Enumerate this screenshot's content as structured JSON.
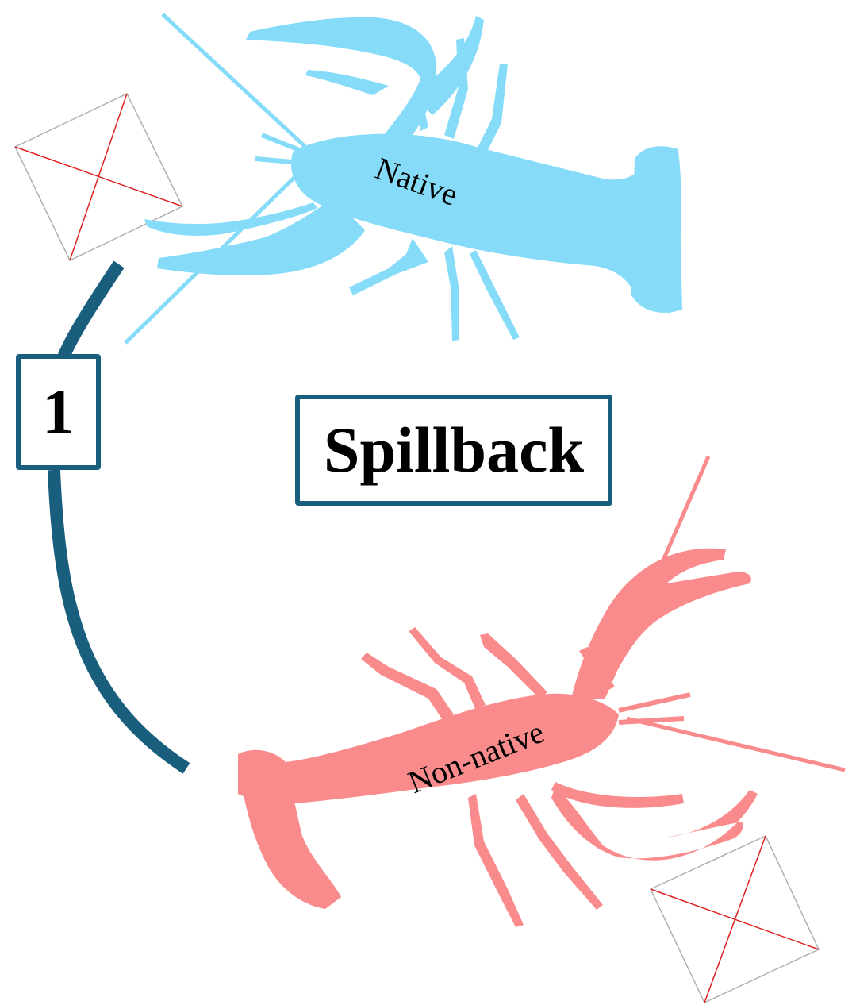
{
  "title": "Spillback",
  "step_number": "1",
  "crayfish": [
    {
      "label": "Native",
      "color": "#86dcf8"
    },
    {
      "label": "Non-native",
      "color": "#f98b8c"
    }
  ],
  "colors": {
    "accent": "#1a5e7e",
    "placeholder_stroke": "#b0b0b0",
    "placeholder_cross": "#e02020"
  },
  "icons": [
    "native-crayfish-icon",
    "non-native-crayfish-icon",
    "image-placeholder-icon"
  ]
}
